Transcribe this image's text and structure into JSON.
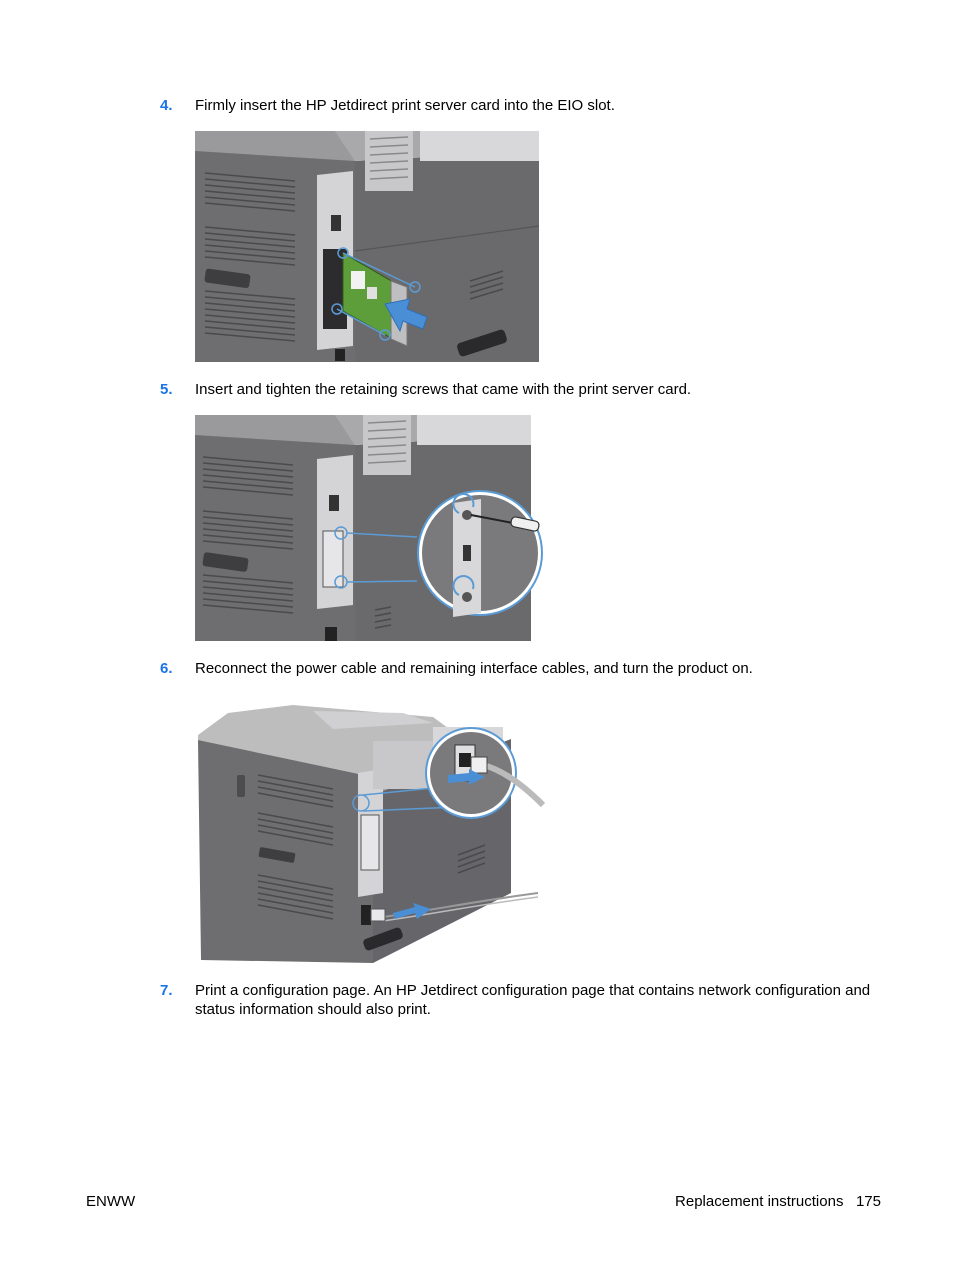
{
  "steps": [
    {
      "number": "4.",
      "text": "Firmly insert the HP Jetdirect print server card into the EIO slot."
    },
    {
      "number": "5.",
      "text": "Insert and tighten the retaining screws that came with the print server card."
    },
    {
      "number": "6.",
      "text": "Reconnect the power cable and remaining interface cables, and turn the product on."
    },
    {
      "number": "7.",
      "text": "Print a configuration page. An HP Jetdirect configuration page that contains network configuration and status information should also print."
    }
  ],
  "footer": {
    "left": "ENWW",
    "section": "Replacement instructions",
    "page": "175"
  },
  "colors": {
    "step_number": "#1a73e8",
    "printer_body": "#6e6e70",
    "printer_light": "#bdbdbd",
    "callout": "#5b9bd5",
    "card_green": "#5e9e3a"
  }
}
